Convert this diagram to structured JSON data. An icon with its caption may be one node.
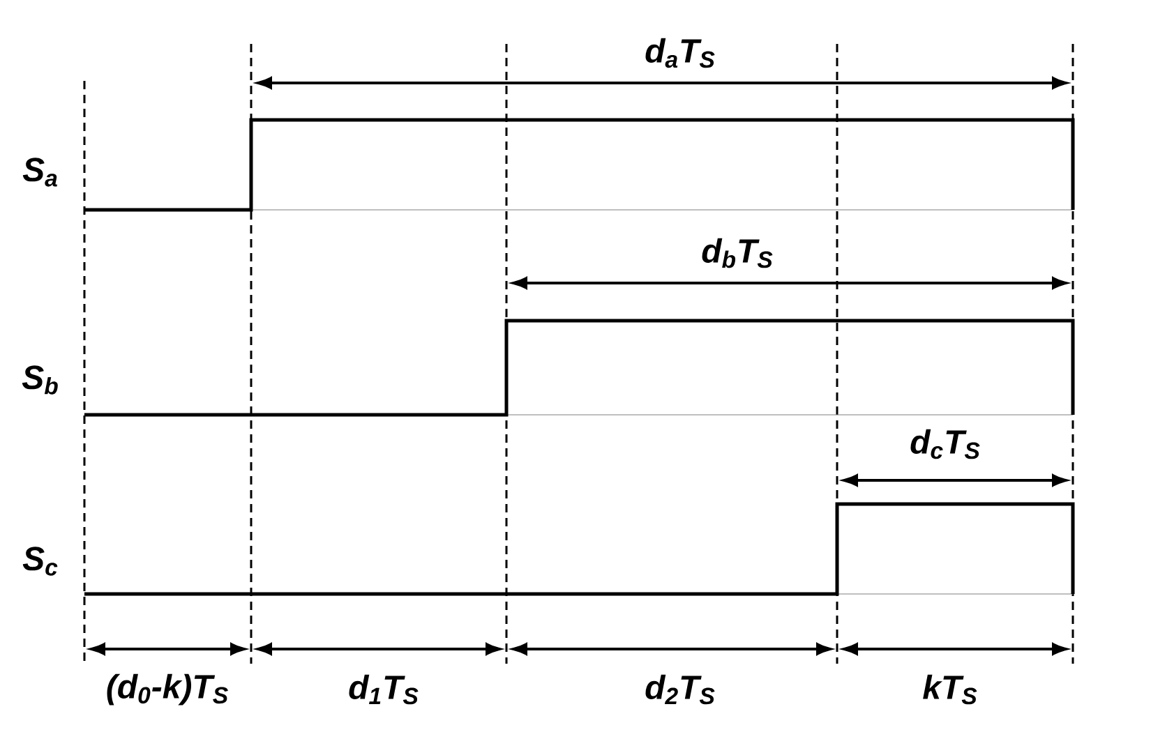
{
  "diagram": {
    "labels": [
      "d$_{a}$T$_{S}$",
      "S$_{a}$",
      "d$_{b}$T$_{S}$",
      "S$_{b}$",
      "d$_{c}$T$_{S}$",
      "S$_{c}$",
      "(d$_{0}$-k)T$_{S}$",
      "d$_{1}$T$_{S}$",
      "d$_{2}$T$_{S}$",
      "kT$_{S}$"
    ]
  }
}
